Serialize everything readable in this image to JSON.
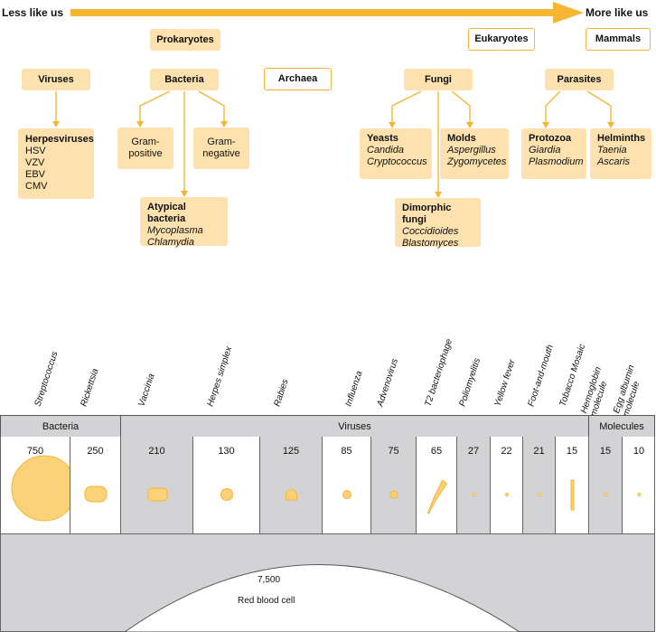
{
  "scale_arrow": {
    "left_label": "Less like us",
    "right_label": "More like us"
  },
  "groups": {
    "prokaryotes": "Prokaryotes",
    "eukaryotes": "Eukaryotes",
    "mammals": "Mammals"
  },
  "tree": {
    "viruses": "Viruses",
    "bacteria": "Bacteria",
    "archaea": "Archaea",
    "fungi": "Fungi",
    "parasites": "Parasites",
    "herpesviruses": {
      "title": "Herpesviruses",
      "items": [
        "HSV",
        "VZV",
        "EBV",
        "CMV"
      ]
    },
    "gram_positive": "Gram-\npositive",
    "gram_negative": "Gram-\nnegative",
    "atypical": {
      "title": "Atypical bacteria",
      "items": [
        "Mycoplasma",
        "Chlamydia"
      ]
    },
    "yeasts": {
      "title": "Yeasts",
      "items": [
        "Candida",
        "Cryptococcus"
      ]
    },
    "molds": {
      "title": "Molds",
      "items": [
        "Aspergillus",
        "Zygomycetes"
      ]
    },
    "dimorphic": {
      "title": "Dimorphic fungi",
      "items": [
        "Coccidioides",
        "Blastomyces"
      ]
    },
    "protozoa": {
      "title": "Protozoa",
      "items": [
        "Giardia",
        "Plasmodium"
      ]
    },
    "helminths": {
      "title": "Helminths",
      "items": [
        "Taenia",
        "Ascaris"
      ]
    }
  },
  "size_scale": {
    "categories": [
      "Bacteria",
      "Viruses",
      "Molecules"
    ],
    "organisms": [
      {
        "name": "Streptococcus",
        "size": "750",
        "shade": "w",
        "shape": "circle"
      },
      {
        "name": "Rickettsia",
        "size": "250",
        "shade": "w",
        "shape": "rod"
      },
      {
        "name": "Vaccinia",
        "size": "210",
        "shade": "g",
        "shape": "brick"
      },
      {
        "name": "Herpes simplex",
        "size": "130",
        "shade": "w",
        "shape": "dot-l"
      },
      {
        "name": "Rabies",
        "size": "125",
        "shade": "g",
        "shape": "bullet"
      },
      {
        "name": "Influenza",
        "size": "85",
        "shade": "w",
        "shape": "dot-m"
      },
      {
        "name": "Advenovirus",
        "size": "75",
        "shade": "g",
        "shape": "dot-s"
      },
      {
        "name": "T2 bacteriophage",
        "size": "65",
        "shade": "w",
        "shape": "phage"
      },
      {
        "name": "Poliomyelitis",
        "size": "27",
        "shade": "g",
        "shape": "speck"
      },
      {
        "name": "Yellow fever",
        "size": "22",
        "shade": "w",
        "shape": "speck"
      },
      {
        "name": "Foot-and-mouth",
        "size": "21",
        "shade": "g",
        "shape": "speck"
      },
      {
        "name": "Tobacco Mosaic",
        "size": "15",
        "shade": "w",
        "shape": "stick"
      },
      {
        "name": "Hemoglobin molecule",
        "size": "15",
        "shade": "g",
        "shape": "speck"
      },
      {
        "name": "Egg albumin molecule",
        "size": "10",
        "shade": "w",
        "shape": "speck"
      }
    ],
    "rbc": {
      "size": "7,500",
      "label": "Red blood cell"
    }
  },
  "colors": {
    "accent": "#f6b533",
    "node_fill": "#fde1ae",
    "band_gray": "#d3d3d5",
    "organism_fill": "#fbd17a"
  }
}
